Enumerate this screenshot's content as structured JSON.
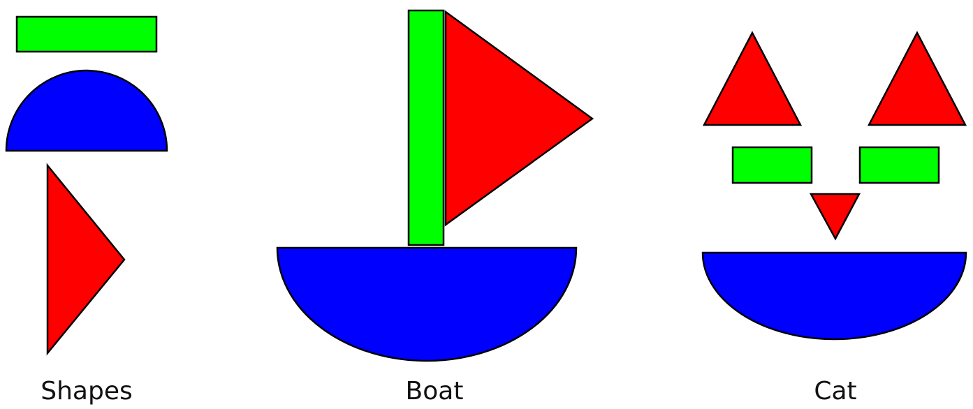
{
  "colors": {
    "green": "#00ff00",
    "blue": "#0000ff",
    "red": "#ff0000",
    "outline": "#000000"
  },
  "groups": [
    {
      "id": "shapes",
      "label": "Shapes",
      "parts": [
        {
          "name": "green-rectangle",
          "shape": "rectangle",
          "color": "green"
        },
        {
          "name": "blue-half-circle",
          "shape": "half-circle",
          "color": "blue"
        },
        {
          "name": "red-triangle",
          "shape": "triangle",
          "color": "red"
        }
      ]
    },
    {
      "id": "boat",
      "label": "Boat",
      "parts": [
        {
          "name": "boat-mast",
          "shape": "rectangle",
          "color": "green"
        },
        {
          "name": "boat-sail",
          "shape": "triangle",
          "color": "red"
        },
        {
          "name": "boat-hull",
          "shape": "half-circle",
          "color": "blue"
        }
      ]
    },
    {
      "id": "cat",
      "label": "Cat",
      "parts": [
        {
          "name": "cat-left-ear",
          "shape": "triangle",
          "color": "red"
        },
        {
          "name": "cat-right-ear",
          "shape": "triangle",
          "color": "red"
        },
        {
          "name": "cat-left-eye",
          "shape": "rectangle",
          "color": "green"
        },
        {
          "name": "cat-right-eye",
          "shape": "rectangle",
          "color": "green"
        },
        {
          "name": "cat-nose",
          "shape": "triangle",
          "color": "red"
        },
        {
          "name": "cat-mouth",
          "shape": "half-circle",
          "color": "blue"
        }
      ]
    }
  ]
}
